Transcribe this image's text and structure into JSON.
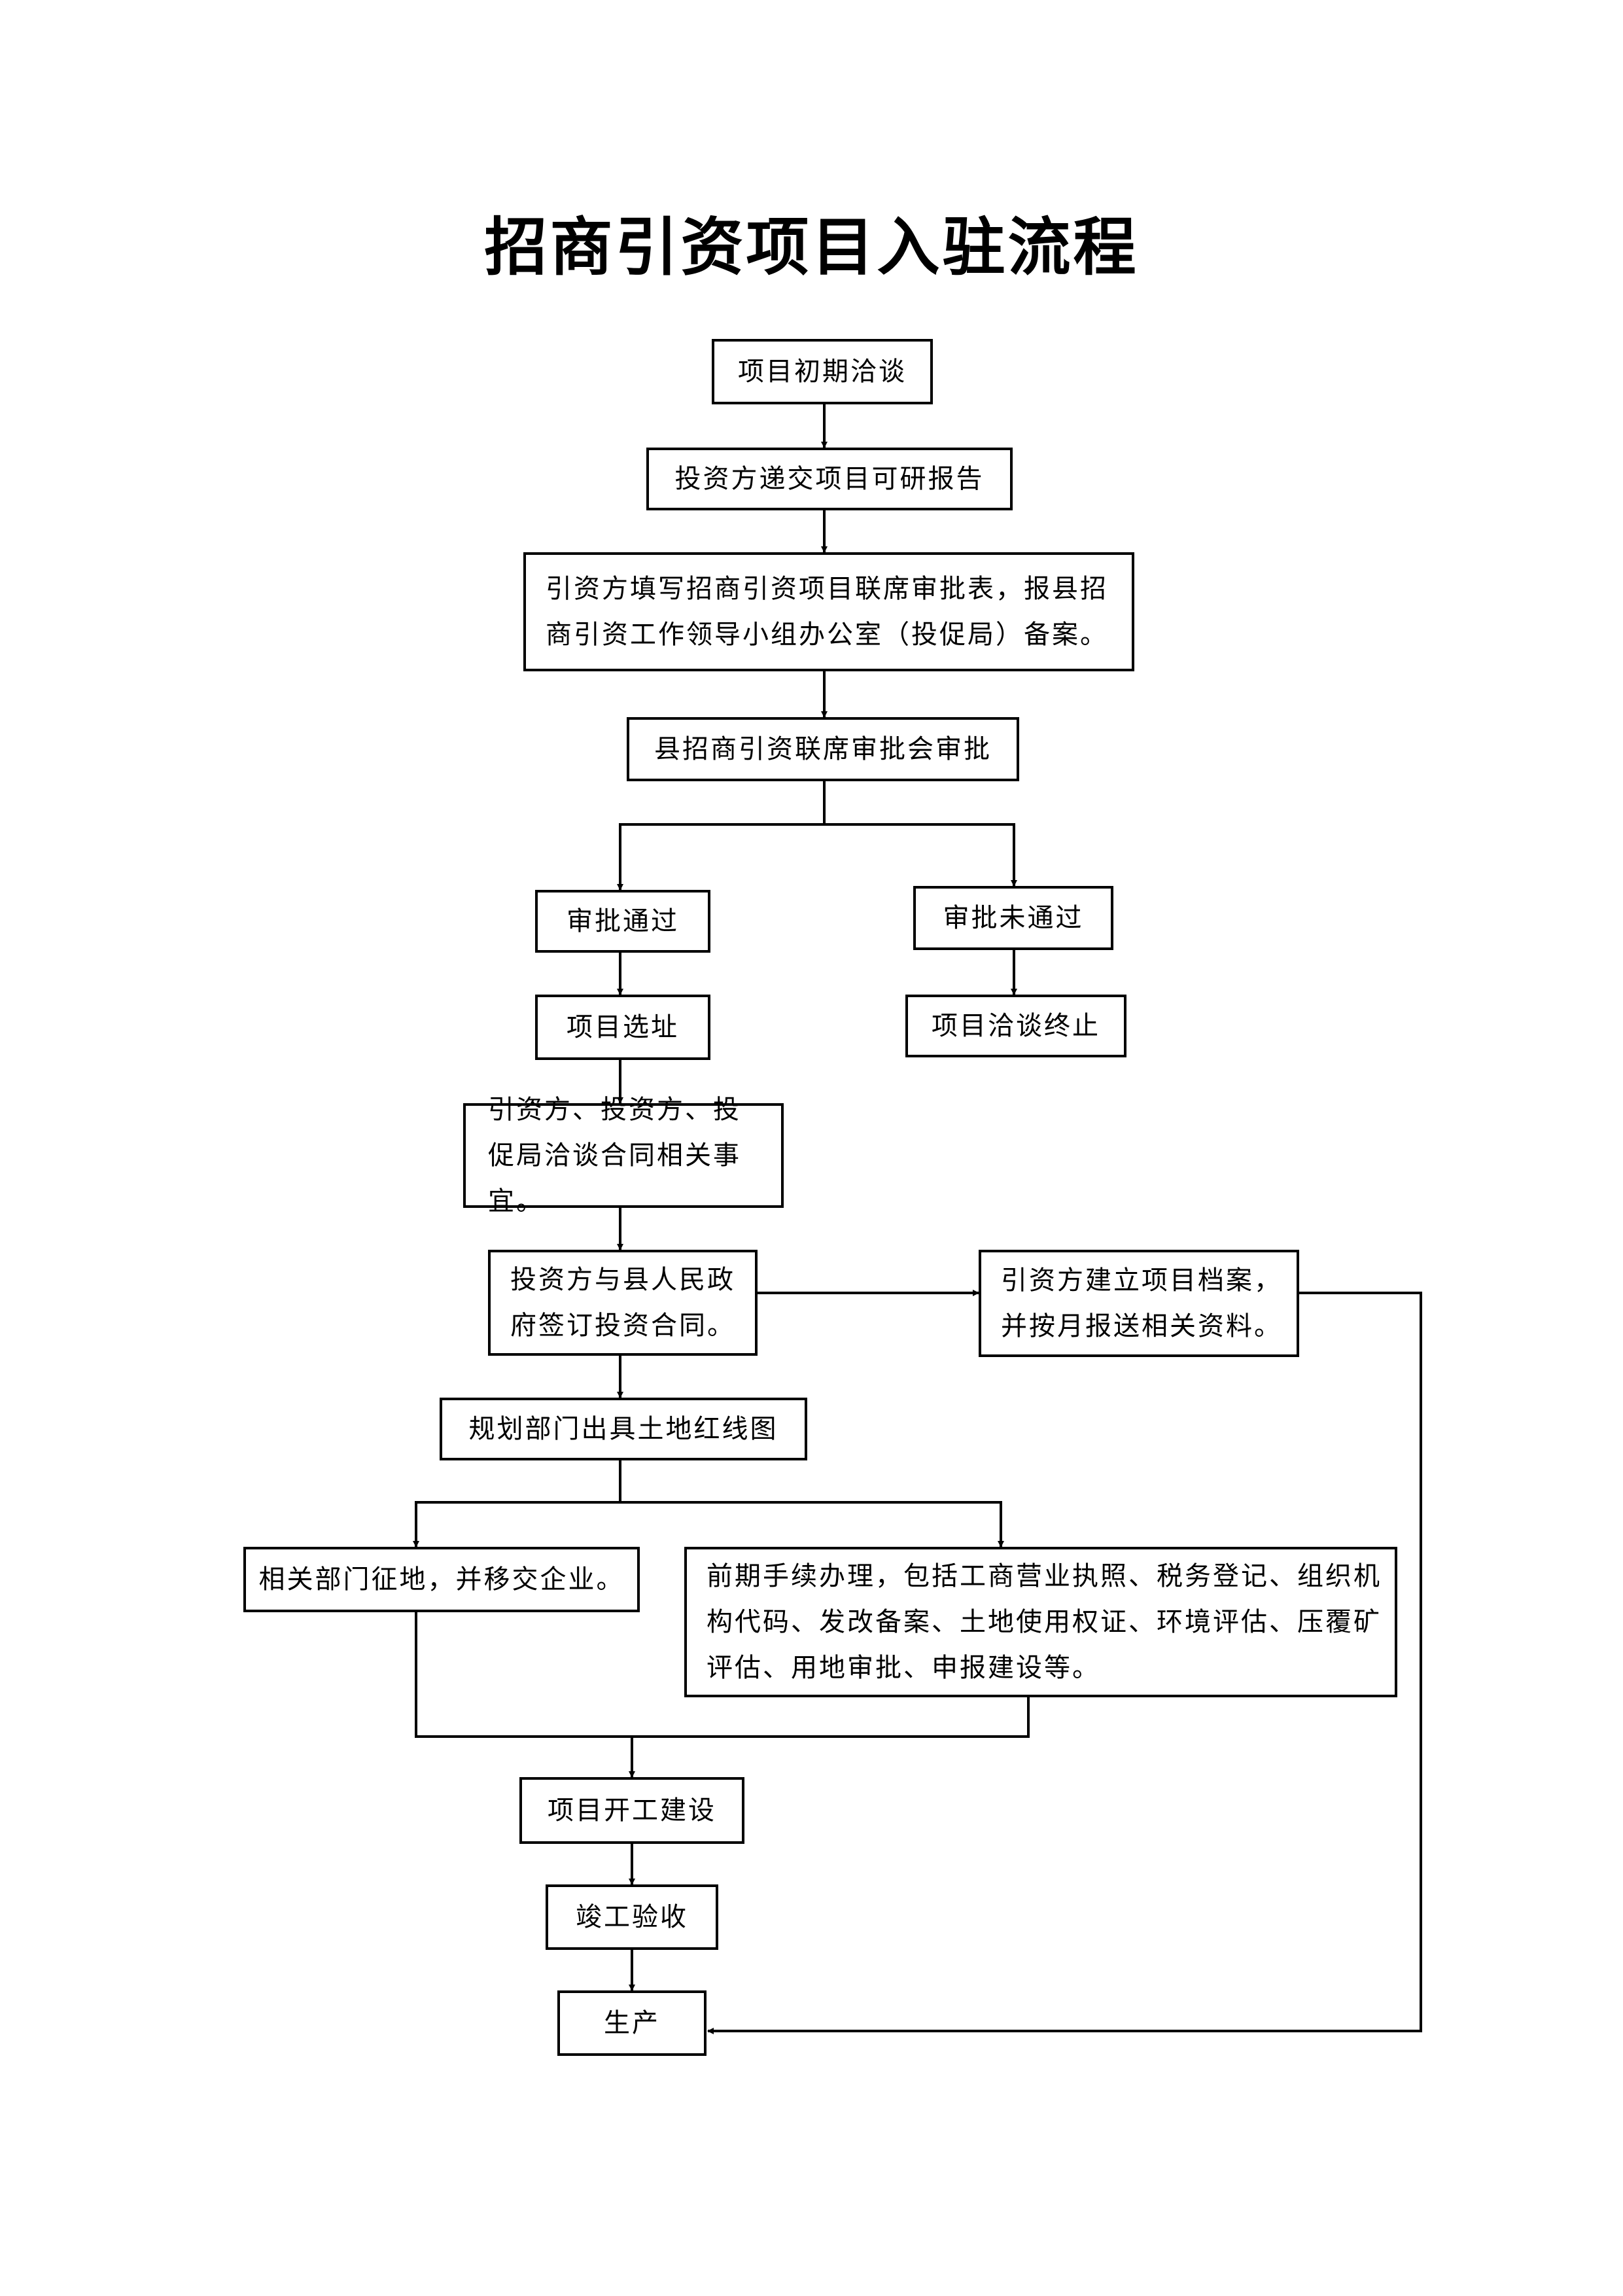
{
  "title": "招商引资项目入驻流程",
  "steps": {
    "initial_talks": "项目初期洽谈",
    "feasibility_report": "投资方递交项目可研报告",
    "register": "引资方填写招商引资项目联席审批表，报县招商引资工作领导小组办公室（投促局）备案。",
    "joint_review": "县招商引资联席审批会审批",
    "approved": "审批通过",
    "not_approved": "审批未通过",
    "site_selection": "项目选址",
    "talks_terminated": "项目洽谈终止",
    "contract_talks": "引资方、投资方、投促局洽谈合同相关事宜。",
    "sign_contract": "投资方与县人民政府签订投资合同。",
    "archive": "引资方建立项目档案，并按月报送相关资料。",
    "red_line_map": "规划部门出具土地红线图",
    "land_acquisition": "相关部门征地，并移交企业。",
    "preliminary_procedures": "前期手续办理，包括工商营业执照、税务登记、组织机构代码、发改备案、土地使用权证、环境评估、压覆矿评估、用地审批、申报建设等。",
    "construction": "项目开工建设",
    "acceptance": "竣工验收",
    "production": "生产"
  }
}
